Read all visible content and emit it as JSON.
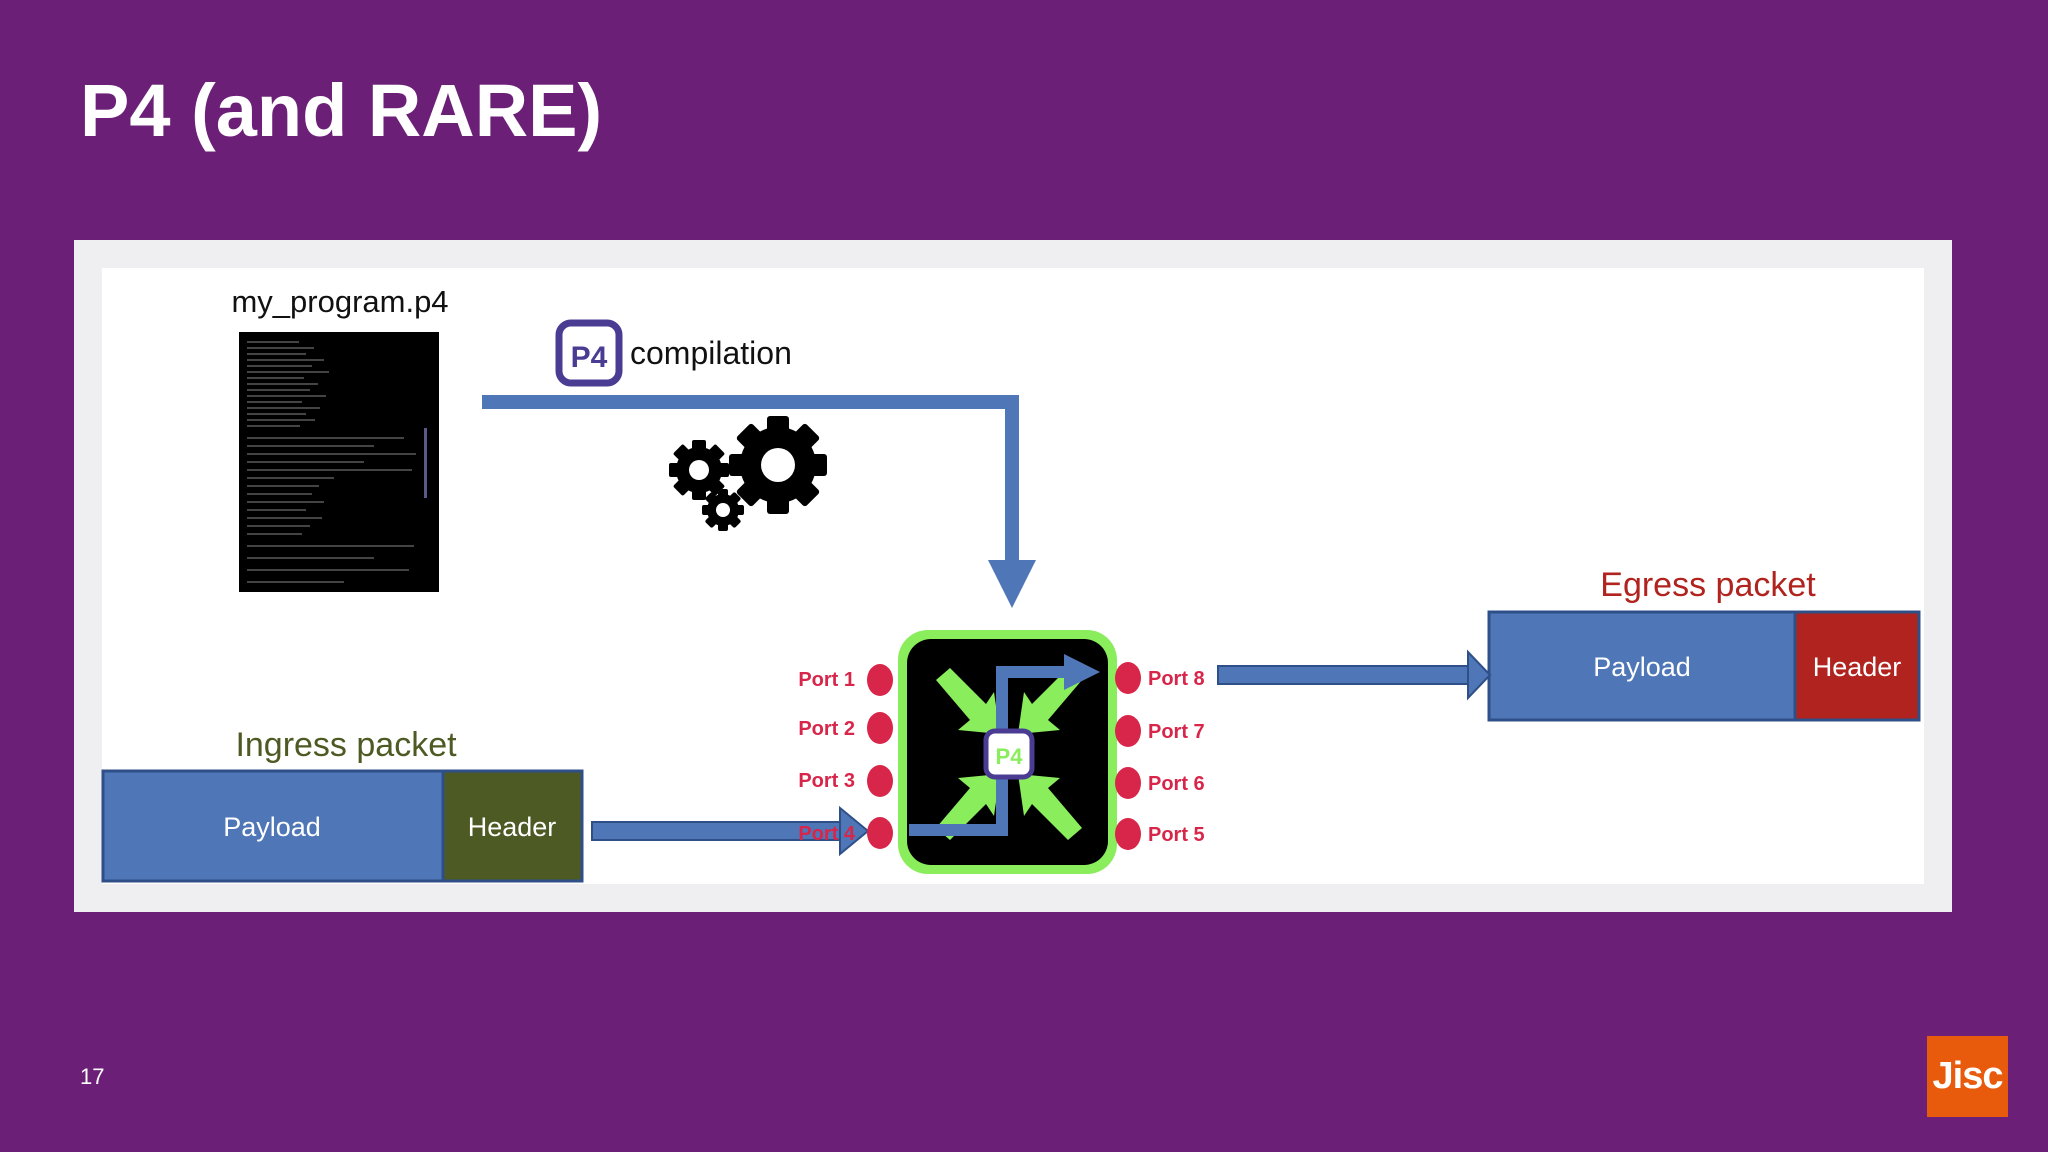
{
  "slide": {
    "title": "P4 (and RARE)",
    "page_number": "17",
    "logo_text": "Jisc"
  },
  "diagram": {
    "program_file": "my_program.p4",
    "compilation_label": "compilation",
    "p4_logo_text": "P4",
    "ingress": {
      "title": "Ingress packet",
      "payload": "Payload",
      "header": "Header"
    },
    "egress": {
      "title": "Egress packet",
      "payload": "Payload",
      "header": "Header"
    },
    "ports_left": [
      "Port 1",
      "Port 2",
      "Port 3",
      "Port 4"
    ],
    "ports_right": [
      "Port 8",
      "Port 7",
      "Port 6",
      "Port 5"
    ]
  },
  "colors": {
    "background": "#6b1f77",
    "payload_blue": "#4f77b8",
    "ingress_header": "#4d5a23",
    "egress_header": "#b0231e",
    "arrow_blue": "#4f77b8",
    "port_red": "#d8264a",
    "switch_green": "#8aed5c",
    "logo_orange": "#e85a0c"
  },
  "icons": {
    "gears": "gears-icon",
    "switch": "p4-switch-icon"
  }
}
